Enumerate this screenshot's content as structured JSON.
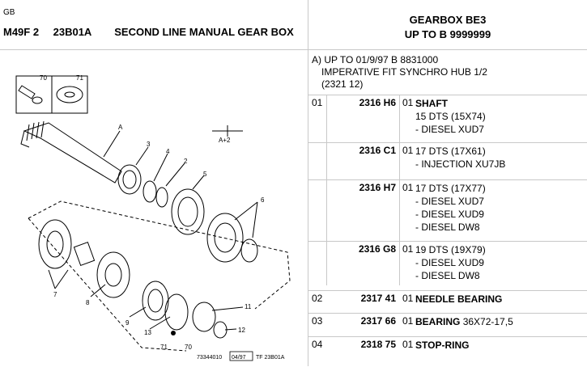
{
  "header": {
    "lang": "GB",
    "model": "M49F 2",
    "section_code": "23B01A",
    "section_title": "SECOND LINE MANUAL GEAR BOX",
    "gearbox_line1": "GEARBOX BE3",
    "gearbox_line2": "UP TO B 9999999"
  },
  "note": {
    "line1": "A) UP TO 01/9/97 B 8831000",
    "line2": "IMPERATIVE FIT SYNCHRO HUB 1/2",
    "line3": "(2321 12)"
  },
  "diagram": {
    "labels": {
      "l70": "70",
      "l71": "71",
      "lA": "A",
      "l3": "3",
      "l4": "4",
      "l2": "2",
      "l5": "5",
      "l6": "6",
      "lA2": "A+2",
      "l7": "7",
      "l8": "8",
      "l9": "9",
      "l13": "13",
      "l71b": "71",
      "l70b": "70",
      "l11": "11",
      "l12": "12"
    },
    "ref": "73344010",
    "ref_date": "04/97",
    "ref_code": "TF 23B01A"
  },
  "parts": [
    {
      "pos": "01",
      "part_no": "2316 H6",
      "qty": "01",
      "desc": "SHAFT",
      "spec": "",
      "lines": [
        "15 DTS (15X74)",
        "- DIESEL XUD7"
      ]
    },
    {
      "pos": "",
      "part_no": "2316 C1",
      "qty": "01",
      "desc": "",
      "spec": "",
      "lines": [
        "17 DTS (17X61)",
        "- INJECTION XU7JB"
      ]
    },
    {
      "pos": "",
      "part_no": "2316 H7",
      "qty": "01",
      "desc": "",
      "spec": "",
      "lines": [
        "17 DTS (17X77)",
        "- DIESEL XUD7",
        "- DIESEL XUD9",
        "- DIESEL DW8"
      ]
    },
    {
      "pos": "",
      "part_no": "2316 G8",
      "qty": "01",
      "desc": "",
      "spec": "",
      "lines": [
        "19 DTS (19X79)",
        "- DIESEL XUD9",
        "- DIESEL DW8"
      ]
    },
    {
      "pos": "02",
      "part_no": "2317 41",
      "qty": "01",
      "desc": "NEEDLE BEARING",
      "spec": "",
      "lines": []
    },
    {
      "pos": "03",
      "part_no": "2317 66",
      "qty": "01",
      "desc": "BEARING",
      "spec": "36X72-17,5",
      "lines": []
    },
    {
      "pos": "04",
      "part_no": "2318 75",
      "qty": "01",
      "desc": "STOP-RING",
      "spec": "",
      "lines": []
    }
  ]
}
